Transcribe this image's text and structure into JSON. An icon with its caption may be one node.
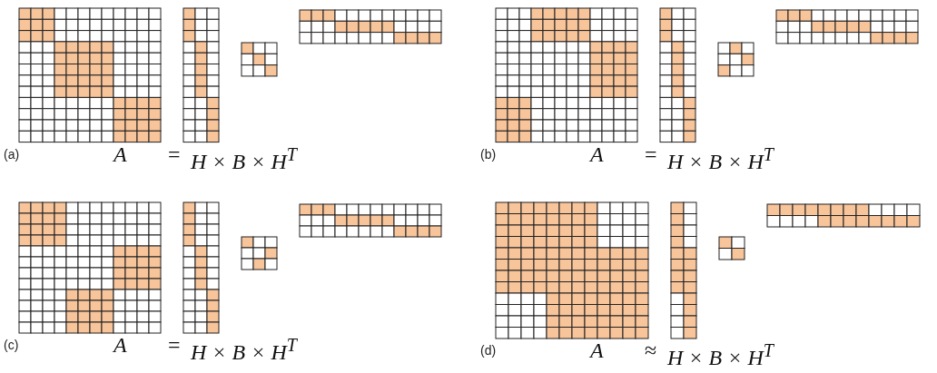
{
  "diagram": {
    "labels": [
      "(a)",
      "A",
      "=",
      "H × B × H$^{T}$",
      "(b)",
      "A",
      "=",
      "H × B × H$^{T}$",
      "(c)",
      "A",
      "=",
      "H × B × H$^{T}$",
      "(d)",
      "A",
      "≈",
      "H × B × H$^{T}$"
    ]
  }
}
